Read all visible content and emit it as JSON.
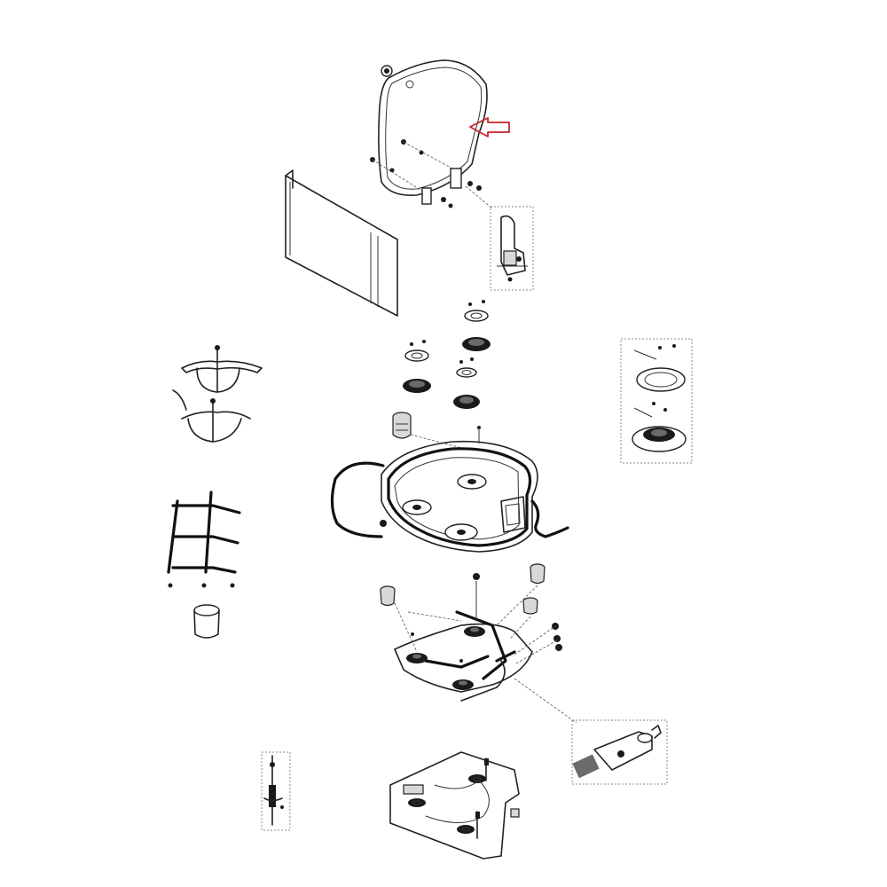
{
  "figure": {
    "kind": "exploded-parts-diagram",
    "highlight_color": "#c8232c",
    "line_color": "#222222",
    "background": "#ffffff",
    "pointer": {
      "shape": "hollow-arrow",
      "direction": "left",
      "target": "glass-lid"
    },
    "parts": [
      "glass-lid",
      "lid-hinge",
      "wind-shield",
      "pan-support-grate",
      "burner-caps",
      "cooktop-tray",
      "control-knob",
      "gas-manifold",
      "gas-valve",
      "ignition-electrode",
      "base-plate",
      "gas-connector",
      "rail-bracket"
    ]
  }
}
